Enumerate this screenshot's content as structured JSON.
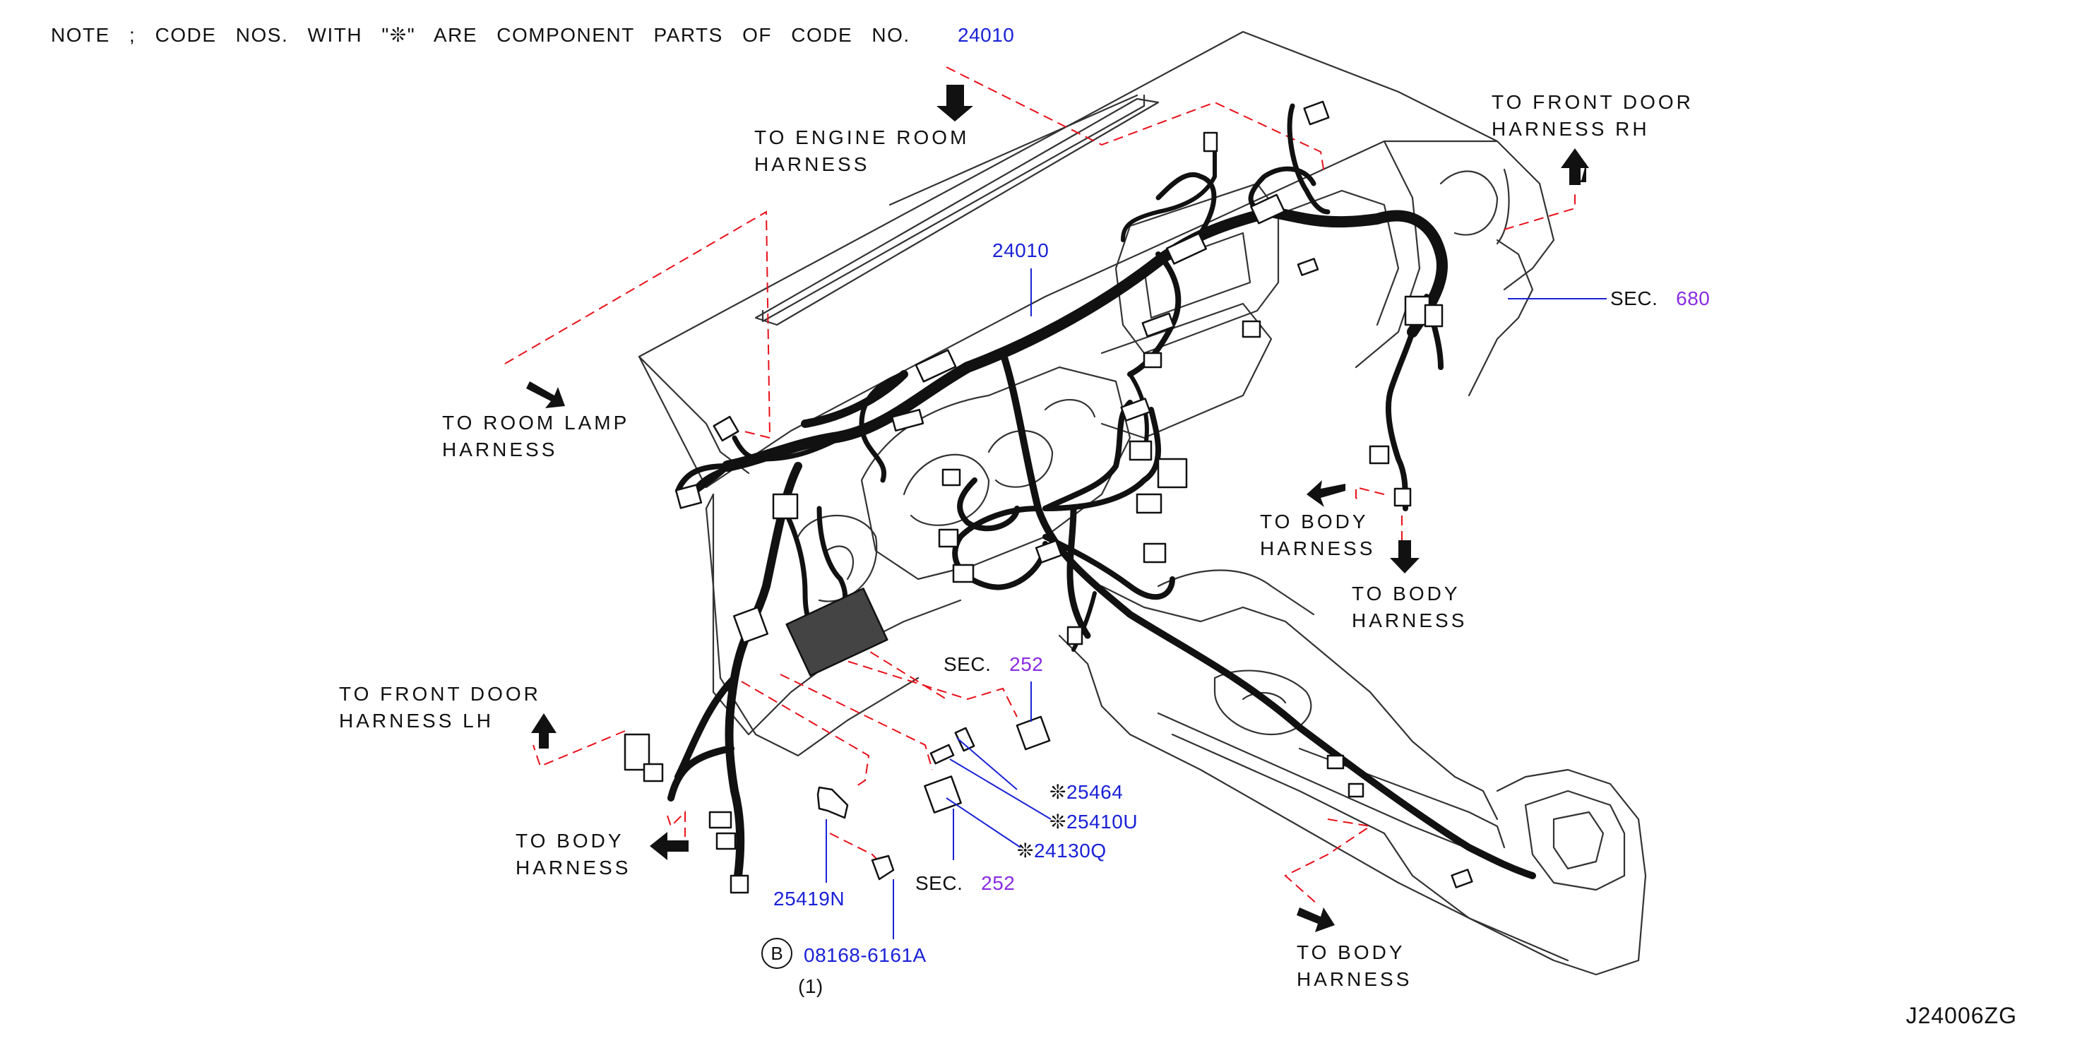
{
  "note": {
    "prefix": "NOTE ; CODE NOS. WITH \"",
    "symbol": "❊",
    "suffix": "\" ARE COMPONENT PARTS OF CODE NO.",
    "code": "24010"
  },
  "labels": {
    "engine_room_1": "TO ENGINE ROOM",
    "engine_room_2": "HARNESS",
    "room_lamp_1": "TO ROOM LAMP",
    "room_lamp_2": "HARNESS",
    "front_door_rh_1": "TO FRONT DOOR",
    "front_door_rh_2": "HARNESS RH",
    "front_door_lh_1": "TO FRONT DOOR",
    "front_door_lh_2": "HARNESS LH",
    "body_right_1": "TO BODY",
    "body_right_2": "HARNESS",
    "body_right_lower_1": "TO BODY",
    "body_right_lower_2": "HARNESS",
    "body_left_1": "TO BODY",
    "body_left_2": "HARNESS",
    "body_bottom_1": "TO BODY",
    "body_bottom_2": "HARNESS"
  },
  "parts": {
    "main_harness": "24010",
    "sec_680_prefix": "SEC.",
    "sec_680_num": "680",
    "sec_252_upper_prefix": "SEC.",
    "sec_252_upper_num": "252",
    "sec_252_lower_prefix": "SEC.",
    "sec_252_lower_num": "252",
    "p25464": "25464",
    "p25410U": "25410U",
    "p24130Q": "24130Q",
    "p25419N": "25419N",
    "bolt_letter": "B",
    "bolt_code": "08168-6161A",
    "bolt_qty": "(1)",
    "component_symbol": "❊"
  },
  "diagram_id": "J24006ZG",
  "colors": {
    "part_number": "#1a22d6",
    "section_number": "#8a2be2",
    "dashed_leader": "#e8101a",
    "harness": "#111111"
  }
}
